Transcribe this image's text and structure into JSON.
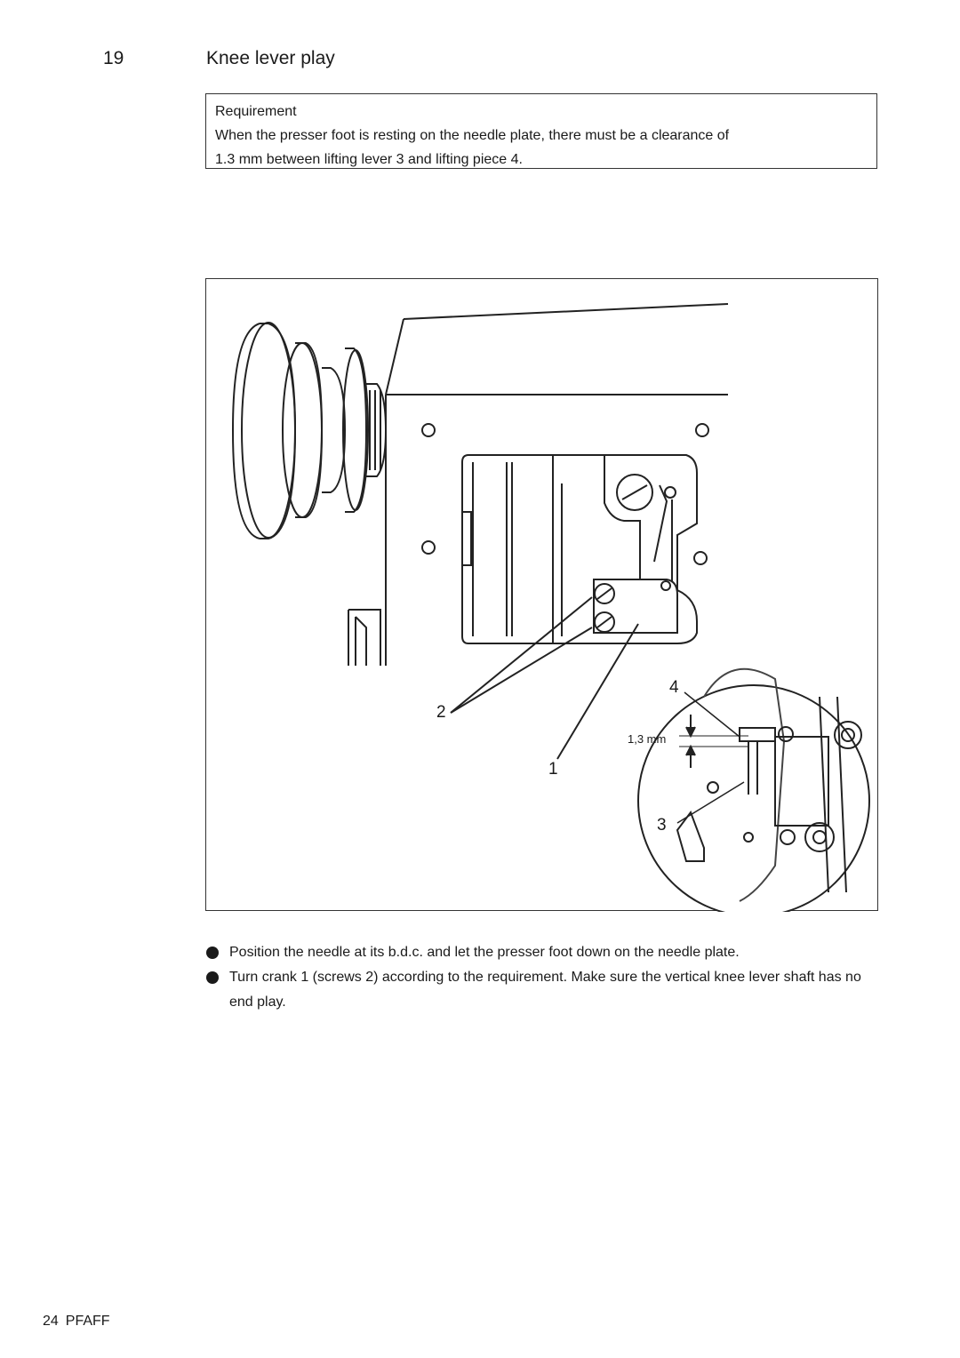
{
  "section": {
    "number": "19",
    "title": "Knee lever play"
  },
  "requirement": {
    "heading": "Requirement",
    "line1": "When the presser foot is resting on the needle plate, there must be a clearance of",
    "line2": "1.3 mm between lifting lever 3 and lifting piece 4."
  },
  "figure": {
    "callouts": {
      "c1": "1",
      "c2": "2",
      "c3": "3",
      "c4": "4"
    },
    "clearance_label": "1,3 mm"
  },
  "instructions": [
    {
      "text": "Position the needle at its b.d.c. and let the presser foot down on the needle plate."
    },
    {
      "text": "Turn crank 1 (screws 2) according to the requirement.  Make sure the vertical knee lever shaft has no end play."
    }
  ],
  "footer": {
    "page": "24",
    "brand": "PFAFF"
  }
}
